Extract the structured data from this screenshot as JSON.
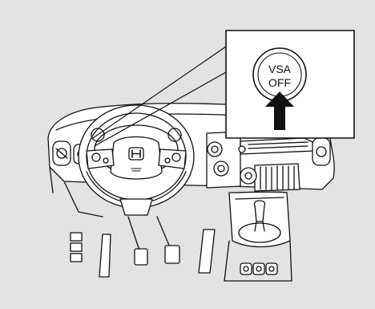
{
  "figure": {
    "background": "#e3e3e3",
    "line_color": "#111111",
    "fill_color": "#ffffff",
    "subject": "honda-civic-dashboard-icon",
    "logo": "H"
  },
  "callout": {
    "button_line1": "VSA",
    "button_line2": "OFF",
    "pointer": "up-arrow-icon"
  }
}
